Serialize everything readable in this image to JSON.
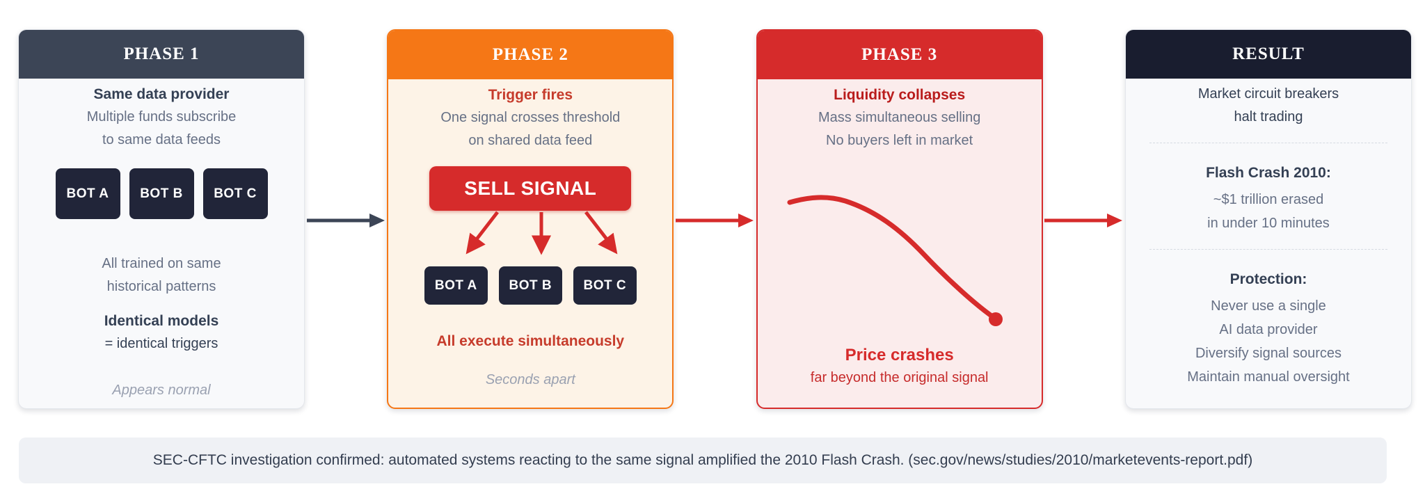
{
  "palette": {
    "slate_header": "#3C4556",
    "orange_header": "#F57716",
    "red_header": "#D62B2B",
    "navy_header": "#191D2F",
    "bot_box": "#212539",
    "red_accent": "#D62B2B",
    "orange_red_text": "#C63B2B",
    "dark_red_text": "#B91C1C",
    "price_red_text": "#D62B2B",
    "dark_text": "#344054",
    "gray_text": "#667085",
    "muted_italic_text": "#9AA1B1",
    "card_light_bg": "#F8F9FB",
    "cream_bg": "#FDF3E7",
    "pink_bg": "#FBECEC",
    "footer_bg": "#EFF1F5"
  },
  "icons": {
    "connector1": "arrow-right-icon",
    "connector2": "arrow-right-icon",
    "connector3": "arrow-right-icon",
    "fan": "arrow-down-fan-icon",
    "curve": "price-crash-line"
  },
  "phase1": {
    "title": "PHASE 1",
    "heading": "Same data provider",
    "line1": "Multiple funds subscribe",
    "line2": "to same data feeds",
    "bots": [
      "BOT A",
      "BOT B",
      "BOT C"
    ],
    "line3": "All trained on same",
    "line4": "historical patterns",
    "emphasis": "Identical models",
    "line5": "= identical triggers",
    "footnote": "Appears normal"
  },
  "phase2": {
    "title": "PHASE 2",
    "heading": "Trigger fires",
    "line1": "One signal crosses threshold",
    "line2": "on shared data feed",
    "signal": "SELL SIGNAL",
    "bots": [
      "BOT A",
      "BOT B",
      "BOT C"
    ],
    "emphasis": "All execute simultaneously",
    "footnote": "Seconds apart"
  },
  "phase3": {
    "title": "PHASE 3",
    "heading": "Liquidity collapses",
    "line1": "Mass simultaneous selling",
    "line2": "No buyers left in market",
    "emphasis": "Price crashes",
    "subline": "far beyond the original signal"
  },
  "result": {
    "title": "RESULT",
    "line1": "Market circuit breakers",
    "line2": "halt trading",
    "section1_heading": "Flash Crash 2010:",
    "section1_line1": "~$1 trillion erased",
    "section1_line2": "in under 10 minutes",
    "section2_heading": "Protection:",
    "section2_line1": "Never use a single",
    "section2_line2": "AI data provider",
    "section2_line3": "Diversify signal sources",
    "section2_line4": "Maintain manual oversight"
  },
  "footer": {
    "text": "SEC-CFTC investigation confirmed: automated systems reacting to the same signal amplified the 2010 Flash Crash. (sec.gov/news/studies/2010/marketevents-report.pdf)"
  }
}
